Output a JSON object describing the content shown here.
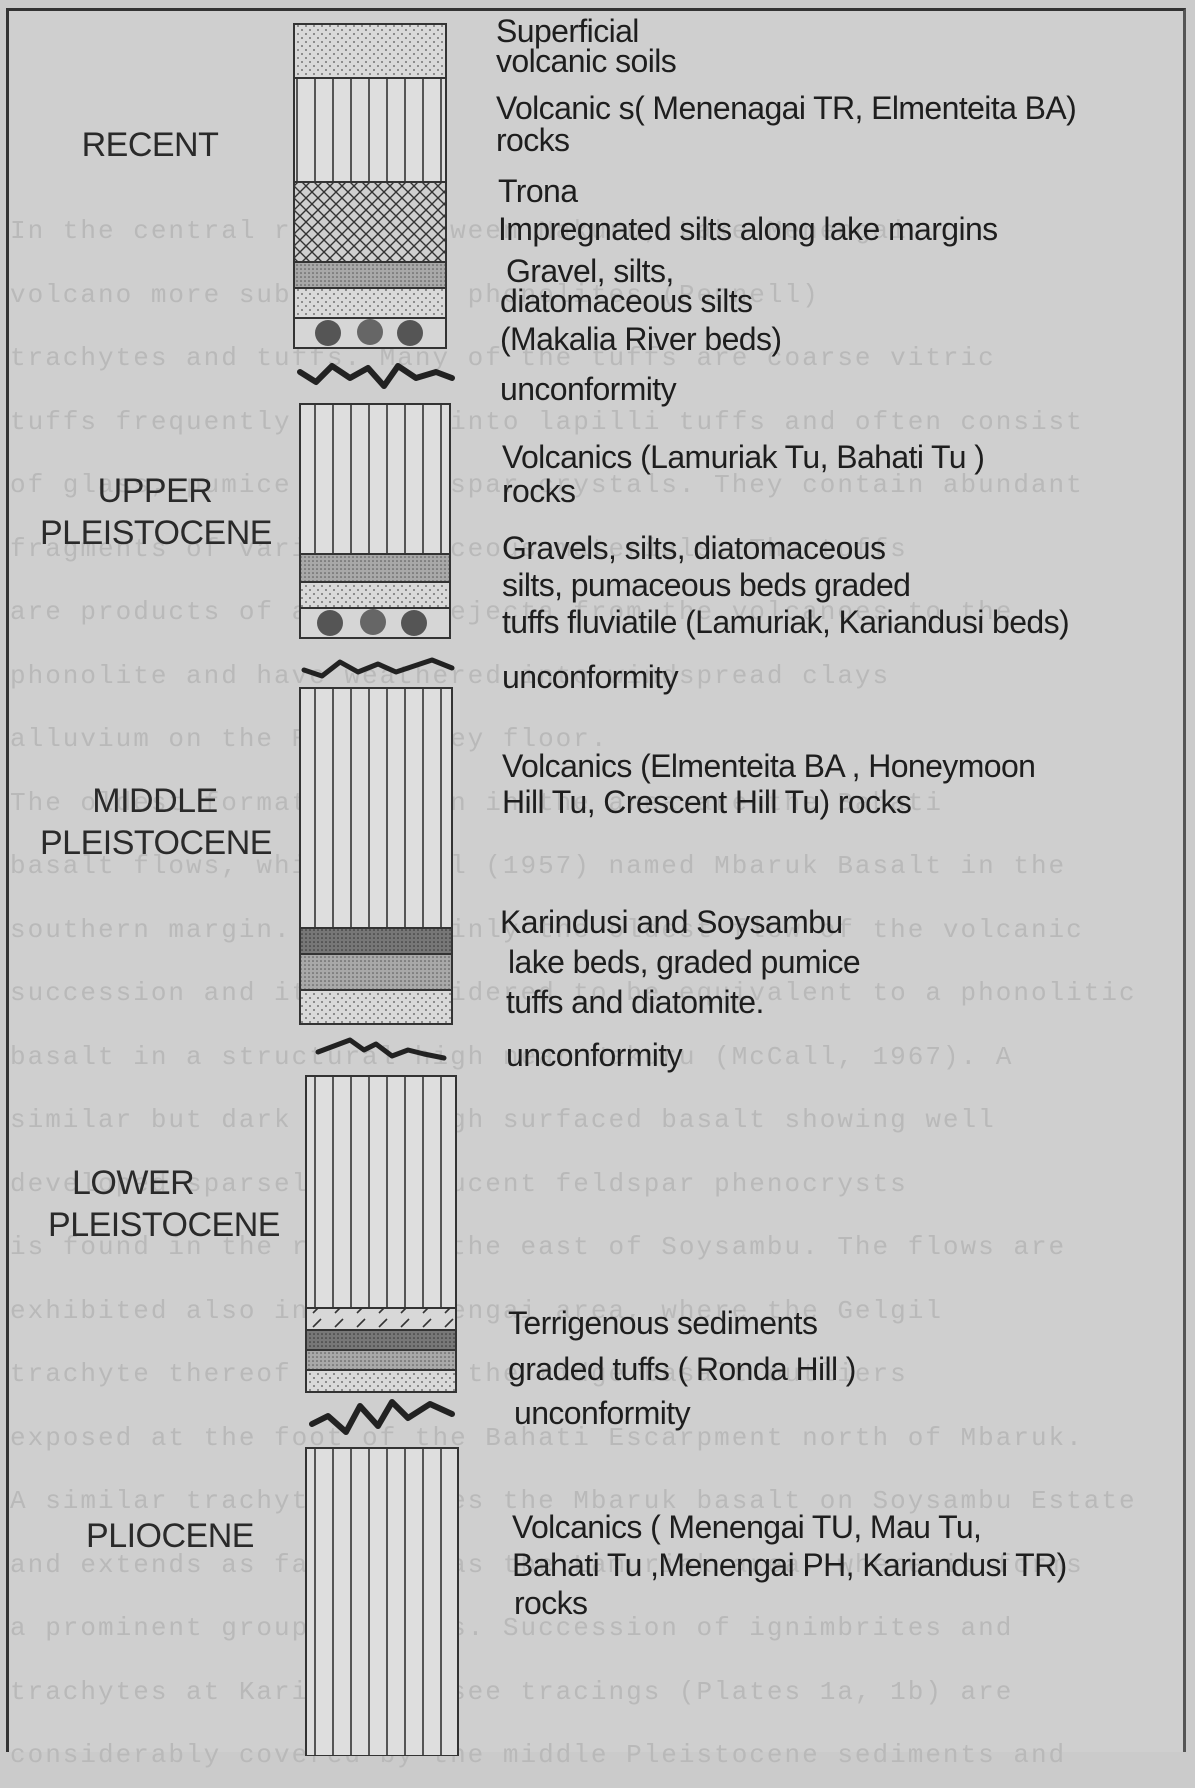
{
  "ages": {
    "recent": "RECENT",
    "upper_pleistocene": [
      "UPPER",
      "PLEISTOCENE"
    ],
    "middle_pleistocene": [
      "MIDDLE",
      "PLEISTOCENE"
    ],
    "lower_pleistocene": [
      "LOWER",
      "PLEISTOCENE"
    ],
    "pliocene": "PLIOCENE"
  },
  "units": {
    "superficial_soils": [
      "Superficial",
      "volcanic soils"
    ],
    "recent_volcanics": [
      "Volcanic s( Menenagai TR, Elmenteita BA)",
      "rocks"
    ],
    "trona": [
      "Trona",
      "Impregnated silts along lake margins"
    ],
    "makalia": [
      "Gravel, silts,",
      "diatomaceous silts",
      "(Makalia  River beds)"
    ],
    "upper_volcanics": [
      "Volcanics (Lamuriak  Tu, Bahati Tu )",
      "rocks"
    ],
    "upper_gravels": [
      "Gravels, silts, diatomaceous",
      "silts, pumaceous  beds graded",
      "tuffs fluviatile (Lamuriak, Kariandusi beds)"
    ],
    "middle_volcanics": [
      "Volcanics (Elmenteita BA , Honeymoon",
      "Hill Tu, Crescent Hill Tu) rocks"
    ],
    "karindusi": [
      "Karindusi and Soysambu",
      "lake beds, graded pumice",
      "tuffs and diatomite."
    ],
    "terrigenous": [
      "Terrigenous  sediments",
      "graded tuffs ( Ronda Hill )"
    ],
    "pliocene_volcanics": [
      "Volcanics ( Menengai TU, Mau Tu,",
      "Bahati Tu ,Menengai PH, Kariandusi TR)",
      "rocks"
    ]
  },
  "unconformity_label": "unconformity",
  "background_text": [
    "In the central region between Nakuru, Lake Menengai",
    "volcano  more   sub-alkaline phonolites  (Pennell)",
    "trachytes and  tuffs. Many of the tuffs are coarse  vitric",
    "tuffs  frequently grading into lapilli tuffs and often consist",
    "of glass, pumice and feldspar crystals. They contain  abundant",
    "fragments of various pumiceous materials.  The  tuffs",
    "are  products of airborne ejecta from the volcanoes  to the",
    "phonolite  and  have weathered  into  windspread  clays",
    "alluvium on the Rift valley floor.",
    "The oldest formations seen in the area are the  Bahati",
    "basalt  flows, which McCall (1957) named Mbaruk Basalt   in  the",
    "southern margin. It is mainly the oldest flow of the  volcanic",
    "succession and it is considered to be equivalent to a phonolitic",
    "basalt  in  a  structural  high  near Nakuru  (McCall,  1967).  A",
    "similar but  dark grey rough surfaced basalt  showing  well",
    "developed  sparsely   translucent   feldspar  phenocrysts",
    "is found in the ridge to the east of Soysambu. The flows  are",
    "exhibited  also in the Menengai area, where  the  Gelgil",
    "trachyte thereof overlies the ridge basalt  outliers",
    "exposed  at the foot of the Bahati Escarpment north of  Mbaruk.",
    "A similar trachyte overlies the Mbaruk basalt on Soysambu  Estate",
    "and extends as far north as the Lamuriak area, where it forms",
    "a prominent group of hills. Succession of ignimbrites  and",
    "trachytes  at Kariandusi (see tracings (Plates 1a, 1b)  are",
    "considerably covered by the middle Pleistocene sediments  and"
  ]
}
